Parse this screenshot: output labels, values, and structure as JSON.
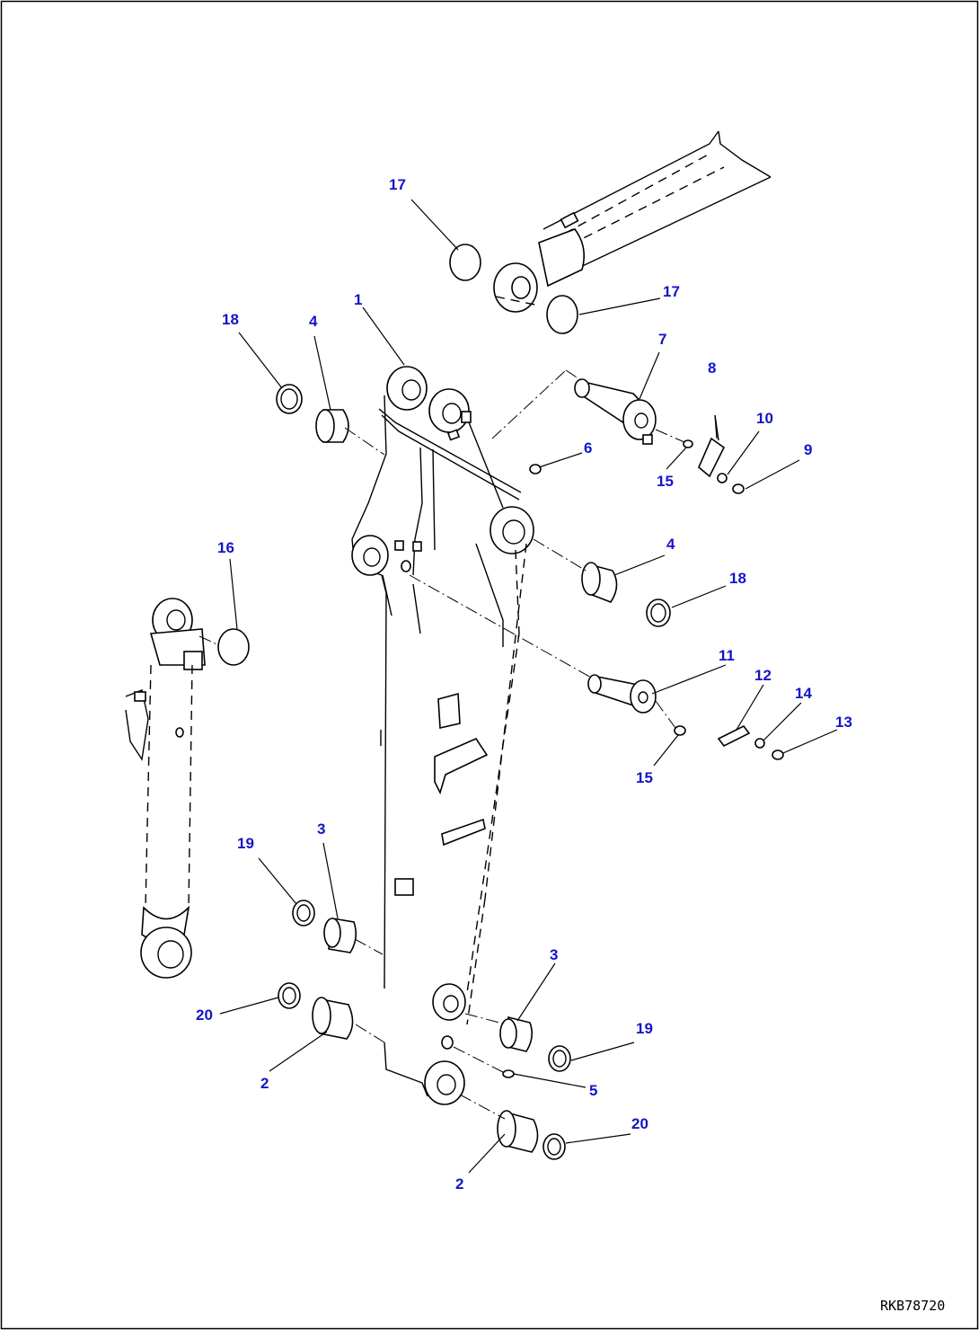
{
  "diagram": {
    "label_color": "#1414c8",
    "line_color": "#000000",
    "reference_code": "RKB78720",
    "callouts": [
      {
        "id": "c17a",
        "text": "17"
      },
      {
        "id": "c17b",
        "text": "17"
      },
      {
        "id": "c18a",
        "text": "18"
      },
      {
        "id": "c4a",
        "text": "4"
      },
      {
        "id": "c1",
        "text": "1"
      },
      {
        "id": "c7",
        "text": "7"
      },
      {
        "id": "c8",
        "text": "8"
      },
      {
        "id": "c10",
        "text": "10"
      },
      {
        "id": "c9",
        "text": "9"
      },
      {
        "id": "c6",
        "text": "6"
      },
      {
        "id": "c15a",
        "text": "15"
      },
      {
        "id": "c16",
        "text": "16"
      },
      {
        "id": "c4b",
        "text": "4"
      },
      {
        "id": "c18b",
        "text": "18"
      },
      {
        "id": "c11",
        "text": "11"
      },
      {
        "id": "c12",
        "text": "12"
      },
      {
        "id": "c14",
        "text": "14"
      },
      {
        "id": "c13",
        "text": "13"
      },
      {
        "id": "c15b",
        "text": "15"
      },
      {
        "id": "c19a",
        "text": "19"
      },
      {
        "id": "c3a",
        "text": "3"
      },
      {
        "id": "c3b",
        "text": "3"
      },
      {
        "id": "c20a",
        "text": "20"
      },
      {
        "id": "c19b",
        "text": "19"
      },
      {
        "id": "c2a",
        "text": "2"
      },
      {
        "id": "c5",
        "text": "5"
      },
      {
        "id": "c20b",
        "text": "20"
      },
      {
        "id": "c2b",
        "text": "2"
      }
    ]
  }
}
